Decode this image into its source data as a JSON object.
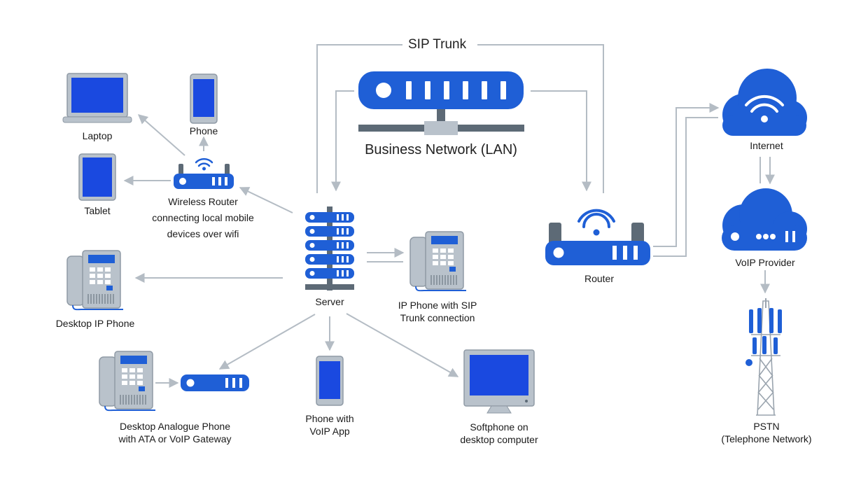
{
  "colors": {
    "device_blue": "#1f5fd6",
    "screen_blue": "#1a49e0",
    "device_grey": "#b9c2cb",
    "device_dark": "#5d6a76",
    "connector_grey": "#b4bcc4"
  },
  "labels": {
    "sip_trunk": "SIP Trunk",
    "lan": "Business Network (LAN)",
    "laptop": "Laptop",
    "phone": "Phone",
    "tablet": "Tablet",
    "wireless_router": [
      "Wireless Router",
      "connecting local mobile",
      "devices over wifi"
    ],
    "desktop_ip_phone": "Desktop IP Phone",
    "server": "Server",
    "ip_phone_sip": [
      "IP Phone with SIP",
      "Trunk connection"
    ],
    "router": "Router",
    "internet": "Internet",
    "voip_provider": "VoIP Provider",
    "pstn": [
      "PSTN",
      "(Telephone Network)"
    ],
    "analogue_phone": [
      "Desktop Analogue Phone",
      "with ATA or VoIP Gateway"
    ],
    "phone_voip_app": [
      "Phone with",
      "VoIP App"
    ],
    "softphone": [
      "Softphone on",
      "desktop computer"
    ]
  },
  "icons": [
    "laptop-icon",
    "phone-icon",
    "tablet-icon",
    "wireless-router-icon",
    "server-icon",
    "desk-phone-icon",
    "lan-switch-icon",
    "router-icon",
    "cloud-wifi-icon",
    "cloud-provider-icon",
    "cell-tower-icon",
    "ata-gateway-icon",
    "monitor-icon"
  ]
}
